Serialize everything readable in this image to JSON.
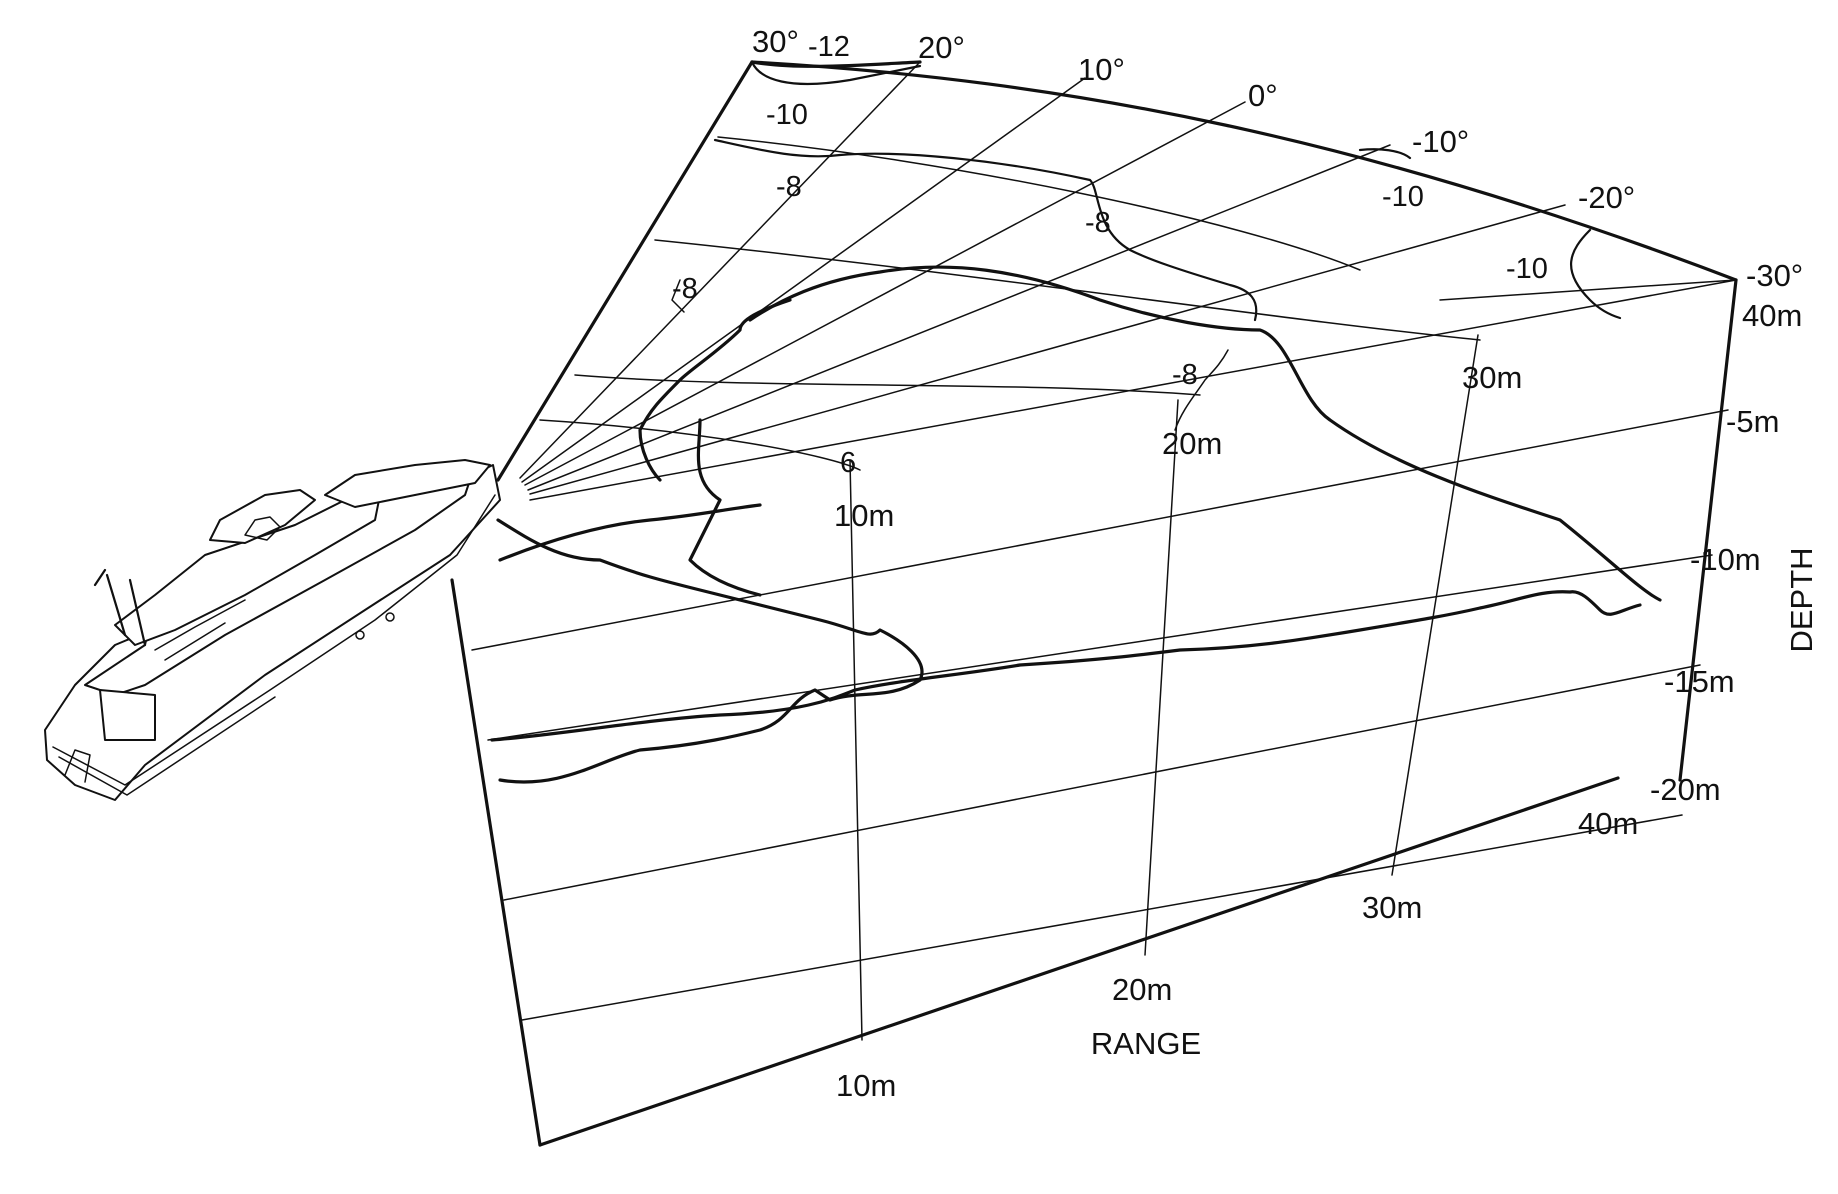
{
  "figure": {
    "colors": {
      "ink": "#111111",
      "background": "#ffffff"
    },
    "bearing_labels": [
      "30°",
      "20°",
      "10°",
      "0°",
      "-10°",
      "-20°",
      "-30°"
    ],
    "contour_labels": {
      "c1": "-12",
      "c2": "-10",
      "c3": "-8",
      "c4": "-8",
      "c5": "-8",
      "c6": "-10",
      "c7": "-10",
      "c8": "-8",
      "c9": "6"
    },
    "top_range_labels": [
      "10m",
      "20m",
      "30m",
      "40m"
    ],
    "depth_labels": [
      "-5m",
      "-10m",
      "-15m",
      "-20m"
    ],
    "depth_axis_title": "DEPTH",
    "bottom_range_labels": [
      "10m",
      "20m",
      "30m",
      "40m"
    ],
    "range_axis_title": "RANGE"
  }
}
